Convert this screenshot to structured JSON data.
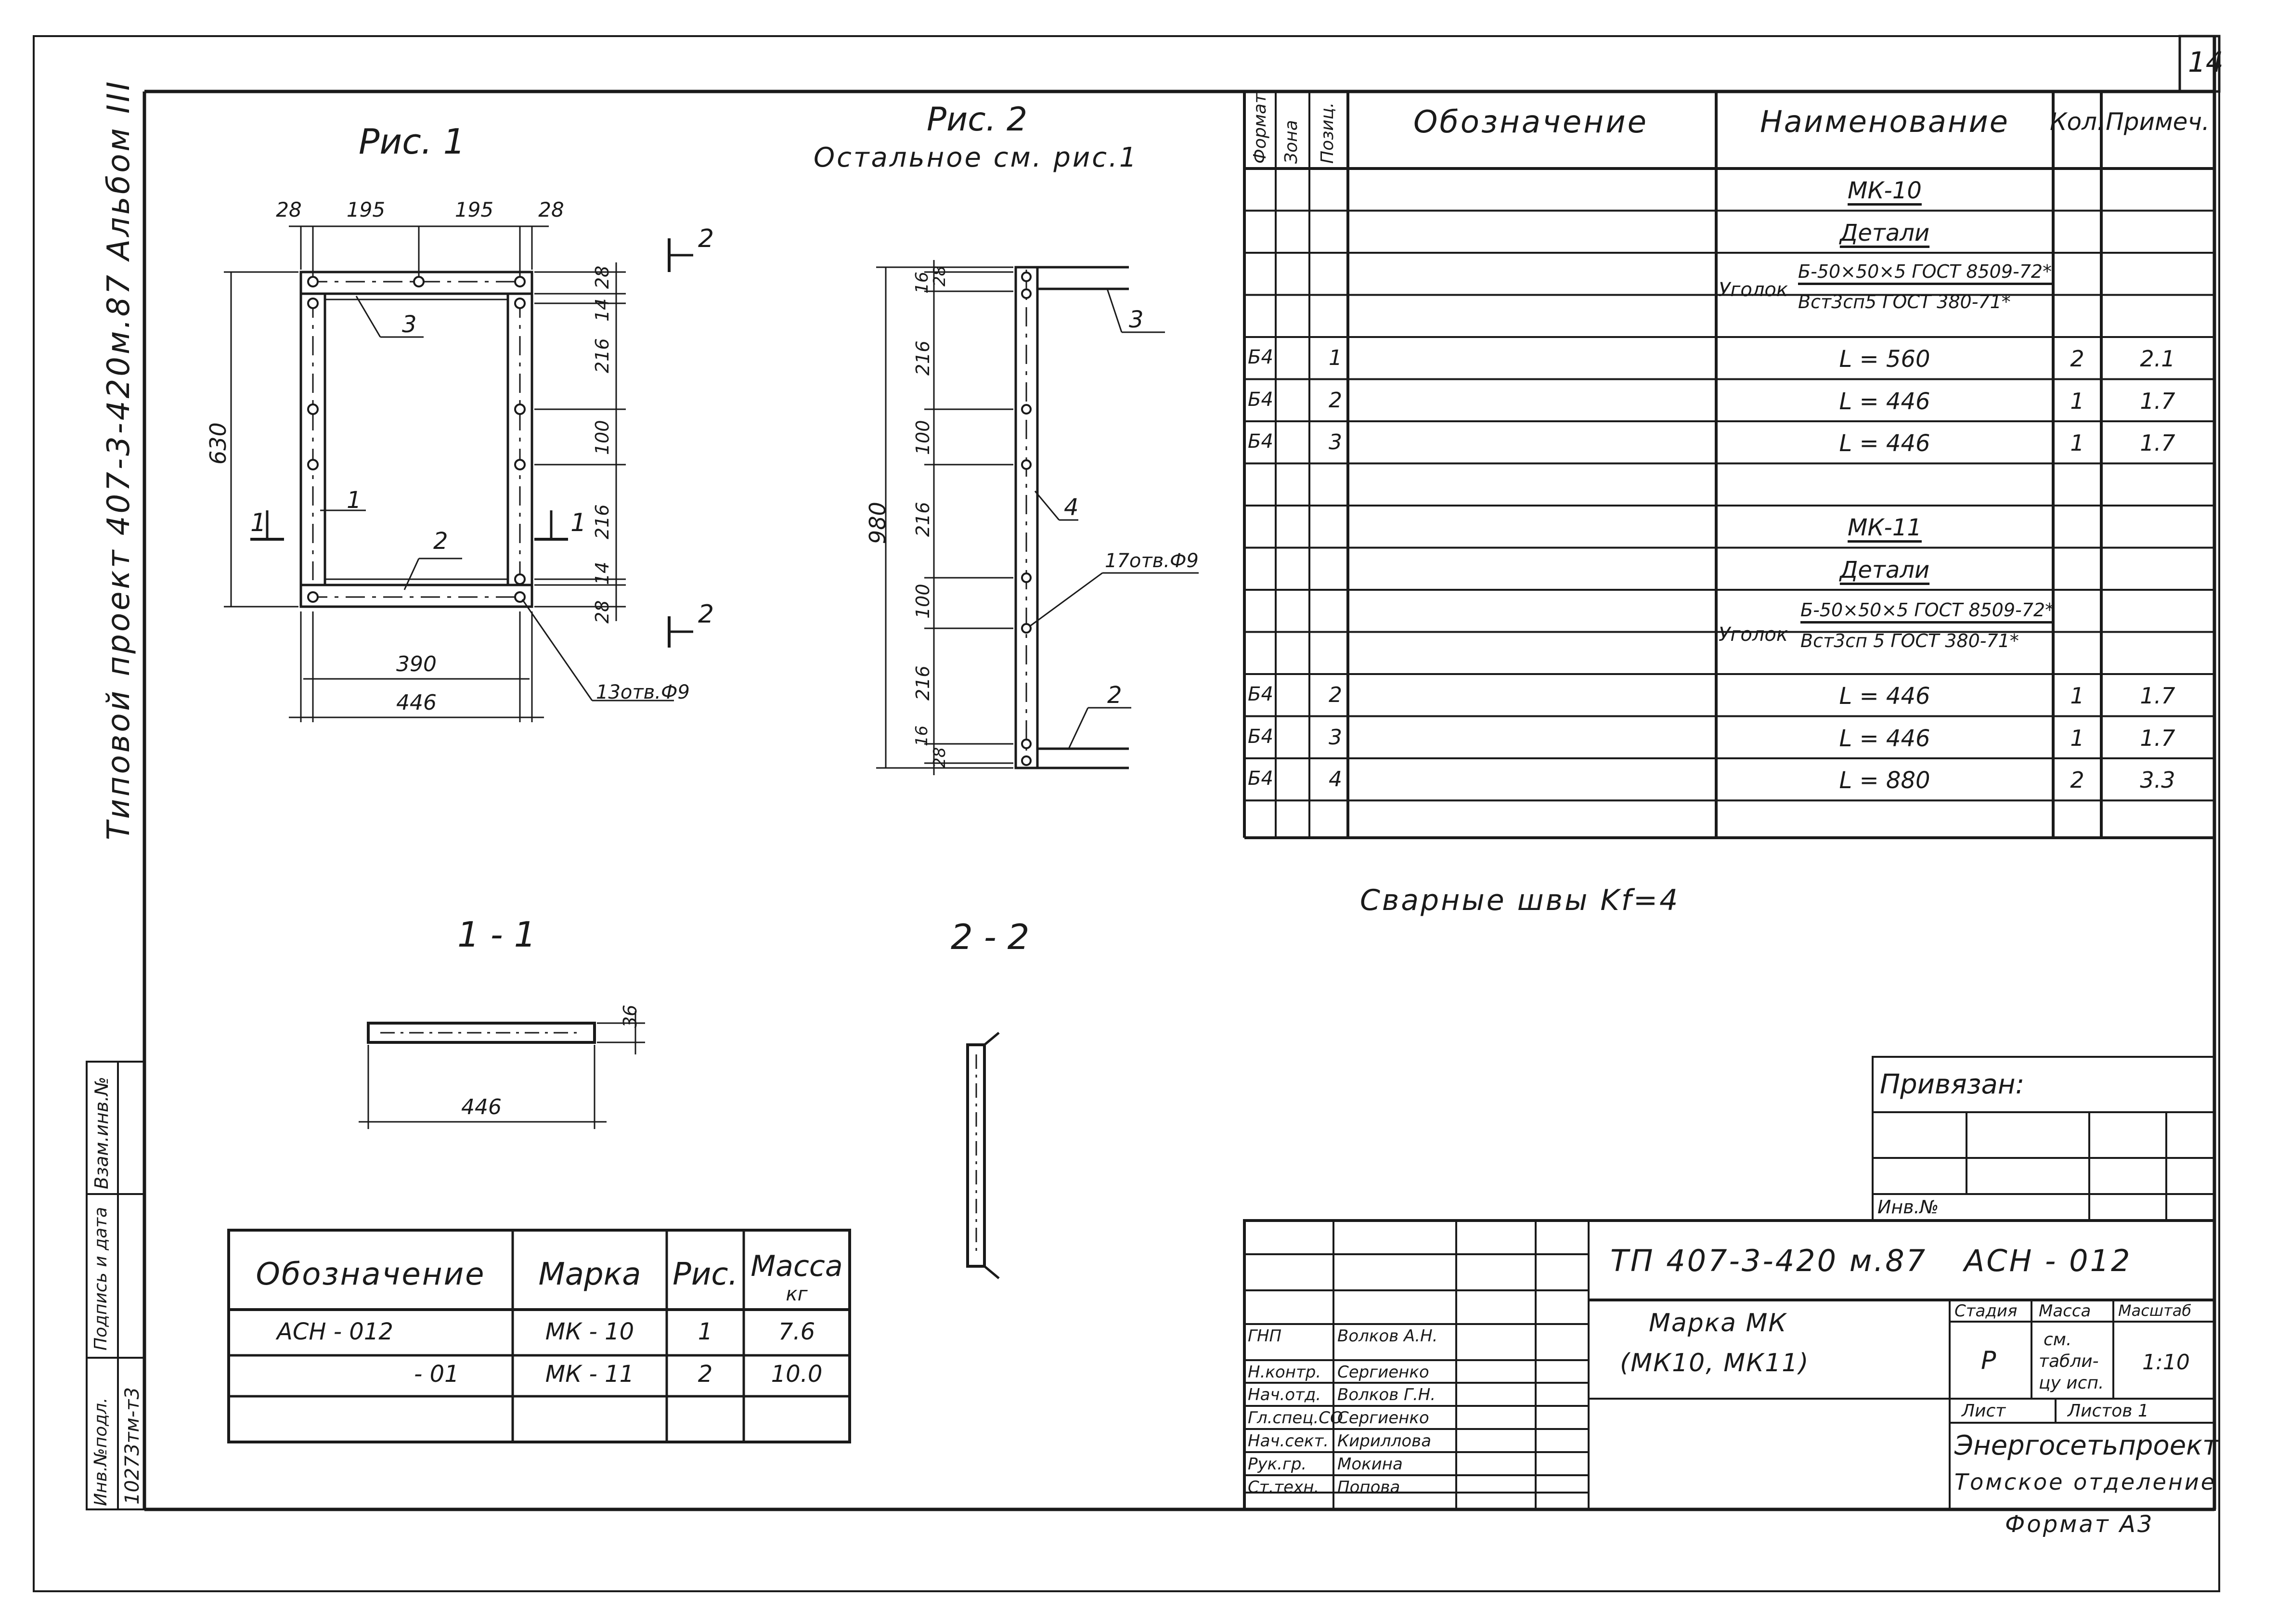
{
  "sheet_number": "14",
  "side_title": "Типовой проект 407-3-420м.87 Альбом III",
  "fig1": {
    "title": "Рис. 1",
    "dims_top": [
      "28",
      "195",
      "195",
      "28"
    ],
    "dim_height": "630",
    "dims_right": [
      "28",
      "14",
      "216",
      "100",
      "216",
      "14",
      "28"
    ],
    "dim_inner": "390",
    "dim_outer": "446",
    "pos": [
      "1",
      "2",
      "3"
    ],
    "holes_note": "13отв.Ф9",
    "section_1": "1",
    "section_2": "2"
  },
  "fig2": {
    "title": "Рис. 2",
    "subtitle": "Остальное см. рис.1",
    "dim_height": "980",
    "dims_left": [
      "28",
      "16",
      "216",
      "100",
      "216",
      "100",
      "216",
      "16",
      "28"
    ],
    "pos": [
      "3",
      "4",
      "2"
    ],
    "holes_note": "17отв.Ф9"
  },
  "section11": {
    "title": "1 - 1",
    "dim_w": "446",
    "dim_h": "36"
  },
  "section22": {
    "title": "2 - 2"
  },
  "spec": {
    "headers": {
      "format": "Формат",
      "zone": "Зона",
      "pos": "Позиц.",
      "designation": "Обозначение",
      "name": "Наименование",
      "qty": "Кол.",
      "note": "Примеч."
    },
    "rows": [
      {
        "format": "",
        "pos": "",
        "name": "МК-10",
        "qty": "",
        "note": "",
        "u": true
      },
      {
        "format": "",
        "pos": "",
        "name": "Детали",
        "qty": "",
        "note": "",
        "u": true
      },
      {
        "format": "",
        "pos": "",
        "name": "",
        "qty": "",
        "note": "",
        "angle": 1
      },
      {
        "format": "",
        "pos": "",
        "name": "",
        "qty": "",
        "note": ""
      },
      {
        "format": "Б4",
        "pos": "1",
        "name": "L = 560",
        "qty": "2",
        "note": "2.1"
      },
      {
        "format": "Б4",
        "pos": "2",
        "name": "L = 446",
        "qty": "1",
        "note": "1.7"
      },
      {
        "format": "Б4",
        "pos": "3",
        "name": "L = 446",
        "qty": "1",
        "note": "1.7"
      },
      {
        "format": "",
        "pos": "",
        "name": "",
        "qty": "",
        "note": ""
      },
      {
        "format": "",
        "pos": "",
        "name": "МК-11",
        "qty": "",
        "note": "",
        "u": true
      },
      {
        "format": "",
        "pos": "",
        "name": "Детали",
        "qty": "",
        "note": "",
        "u": true
      },
      {
        "format": "",
        "pos": "",
        "name": "",
        "qty": "",
        "note": "",
        "angle": 2
      },
      {
        "format": "",
        "pos": "",
        "name": "",
        "qty": "",
        "note": ""
      },
      {
        "format": "Б4",
        "pos": "2",
        "name": "L = 446",
        "qty": "1",
        "note": "1.7"
      },
      {
        "format": "Б4",
        "pos": "3",
        "name": "L = 446",
        "qty": "1",
        "note": "1.7"
      },
      {
        "format": "Б4",
        "pos": "4",
        "name": "L = 880",
        "qty": "2",
        "note": "3.3"
      },
      {
        "format": "",
        "pos": "",
        "name": "",
        "qty": "",
        "note": ""
      }
    ],
    "angle1": {
      "label": "Уголок",
      "top": "Б-50×50×5 ГОСТ 8509-72*",
      "bottom": "Вст3сп5 ГОСТ 380-71*"
    },
    "angle2": {
      "label": "Уголок",
      "top": "Б-50×50×5 ГОСТ 8509-72*",
      "bottom": "Вст3сп 5 ГОСТ 380-71*"
    }
  },
  "weld_note": "Сварные швы  Kf=4",
  "marks_table": {
    "headers": {
      "designation": "Обозначение",
      "mark": "Марка",
      "fig": "Рис.",
      "mass": "Масса",
      "mass_unit": "кг"
    },
    "rows": [
      {
        "designation": "АСН - 012",
        "mark": "МК - 10",
        "fig": "1",
        "mass": "7.6"
      },
      {
        "designation": "- 01",
        "mark": "МК - 11",
        "fig": "2",
        "mass": "10.0"
      }
    ]
  },
  "binding": {
    "label": "Привязан:",
    "inv": "Инв.№"
  },
  "left_stamp": [
    "Взам.инв.№",
    "Подпись и дата",
    "Инв.№подл.",
    "10273тм-т3"
  ],
  "title_block": {
    "code": "ТП  407-3-420 м.87",
    "doc": "АСН - 012",
    "name_1": "Марка МК",
    "name_2": "(МК10, МК11)",
    "stage_label": "Стадия",
    "mass_label": "Масса",
    "scale_label": "Масштаб",
    "stage": "Р",
    "mass_1": "см.",
    "mass_2": "табли-",
    "mass_3": "цу исп.",
    "scale": "1:10",
    "sheet_label": "Лист",
    "sheets_label": "Листов 1",
    "org_1": "Энергосетьпроект",
    "org_2": "Томское отделение",
    "format": "Формат А3",
    "staff": [
      {
        "role": "ГНП",
        "name": "Волков А.Н."
      },
      {
        "role": "Н.контр.",
        "name": "Сергиенко"
      },
      {
        "role": "Нач.отд.",
        "name": "Волков Г.Н."
      },
      {
        "role": "Гл.спец.СО",
        "name": "Сергиенко"
      },
      {
        "role": "Нач.сект.",
        "name": "Кириллова"
      },
      {
        "role": "Рук.гр.",
        "name": "Мокина"
      },
      {
        "role": "Ст.техн.",
        "name": "Попова"
      }
    ]
  }
}
